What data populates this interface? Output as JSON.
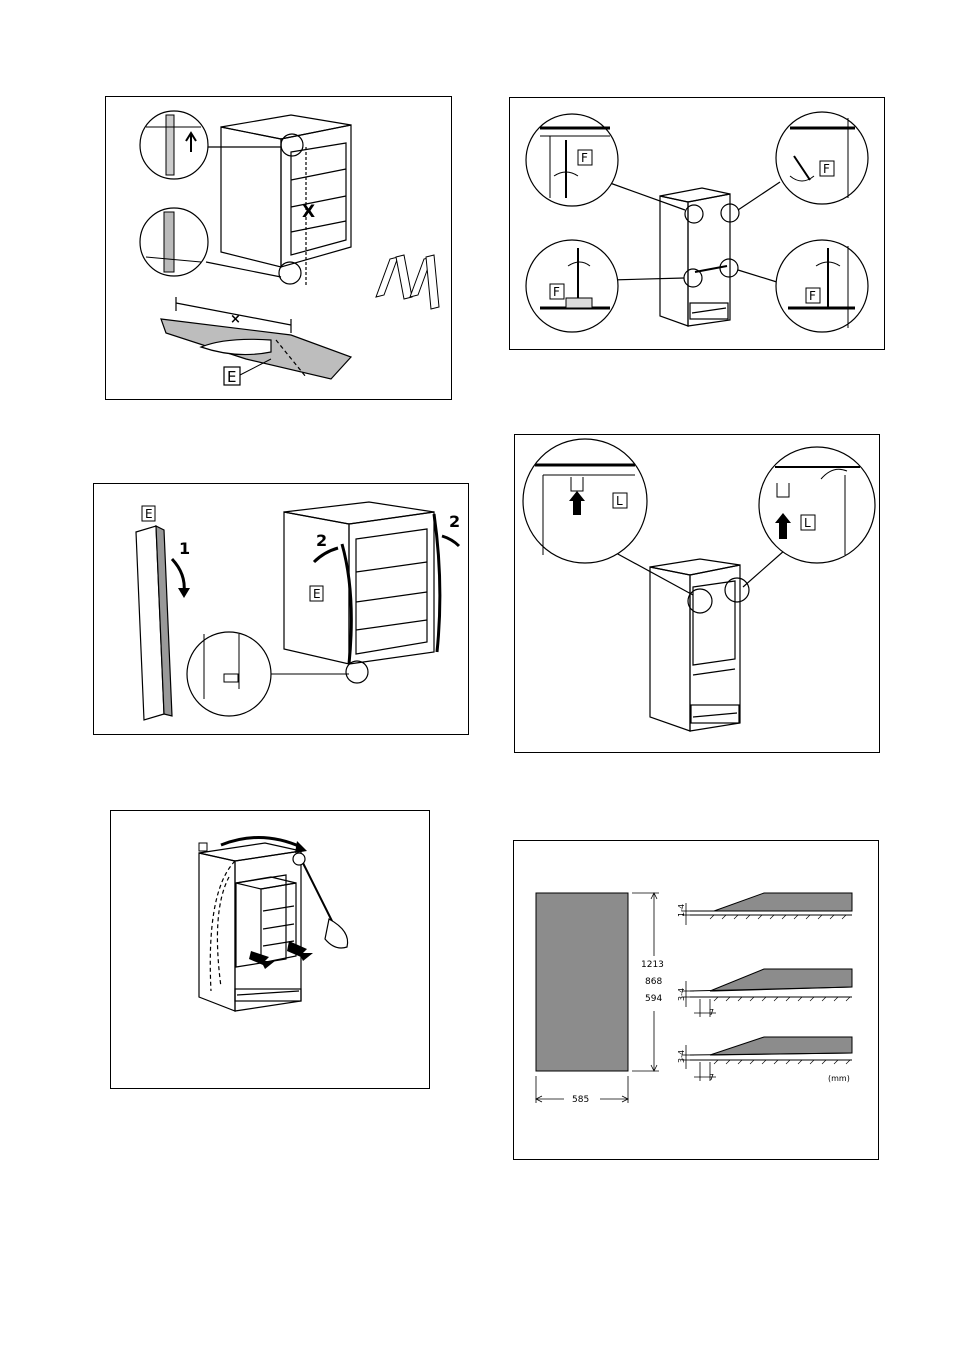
{
  "fig1": {
    "dimension_label": "X",
    "marker_e": "E"
  },
  "fig2": {
    "marker_e_top": "E",
    "marker_e_side": "E",
    "step_1": "1",
    "step_2_left": "2",
    "step_2_right": "2"
  },
  "fig3": {
    "marker": ""
  },
  "fig4": {
    "marker_f_tl": "F",
    "marker_f_tr": "F",
    "marker_f_bl": "F",
    "marker_f_br": "F"
  },
  "fig5": {
    "marker_l_left": "L",
    "marker_l_right": "L"
  },
  "fig6": {
    "heights": [
      "1213",
      "868",
      "594"
    ],
    "width": "585",
    "gap_top": "1-4",
    "gap_mid": "3-4",
    "gap_bot": "3-4",
    "offset_mid": "7",
    "offset_bot": "7",
    "unit": "(mm)"
  }
}
